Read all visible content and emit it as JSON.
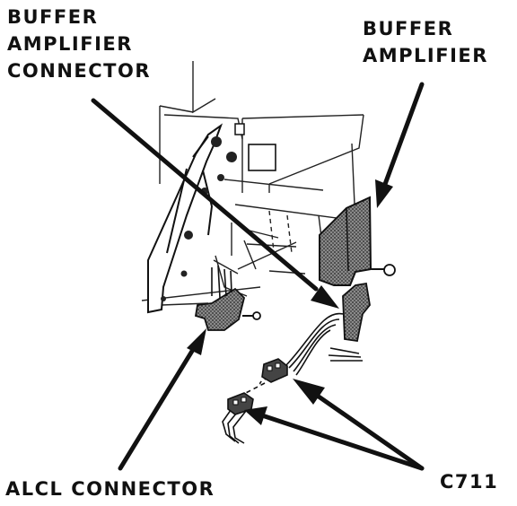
{
  "labels": {
    "buffer_amplifier_connector": [
      "BUFFER",
      "AMPLIFIER",
      "CONNECTOR"
    ],
    "buffer_amplifier": [
      "BUFFER",
      "AMPLIFIER"
    ],
    "alcl_connector": "ALCL CONNECTOR",
    "c711": "C711"
  },
  "colors": {
    "ink": "#111111",
    "part_shade": "#555555",
    "background": "#ffffff"
  }
}
